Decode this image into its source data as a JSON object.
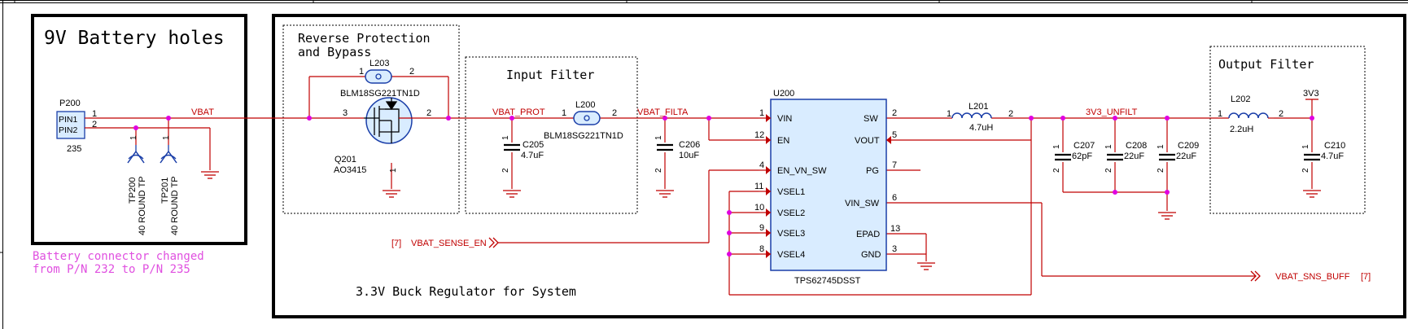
{
  "colors": {
    "wire": "#c00000",
    "text_red": "#c00000",
    "junction": "#e000e0",
    "note": "#e050e0",
    "ink": "#000000",
    "part_fill": "#d9ecff",
    "part_stroke": "#1a3ea8"
  },
  "blocks": {
    "battery_title": "9V Battery holes",
    "battery_note_line1": "Battery connector changed",
    "battery_note_line2": "from P/N 232 to P/N 235",
    "reverse_line1": "Reverse Protection",
    "reverse_line2": "and Bypass",
    "input_filter": "Input Filter",
    "output_filter": "Output Filter",
    "buck_title": "3.3V Buck Regulator for System"
  },
  "nets": {
    "vbat": "VBAT",
    "vbat_prot": "VBAT_PROT",
    "vbat_filta": "VBAT_FILTA",
    "v3v3_unfilt": "3V3_UNFILT",
    "v3v3": "3V3",
    "vbat_sense_en": "VBAT_SENSE_EN",
    "vbat_sense_en_ref": "[7]",
    "vbat_sns_buff": "VBAT_SNS_BUFF",
    "vbat_sns_buff_ref": "[7]"
  },
  "connector": {
    "ref": "P200",
    "pin1": "PIN1",
    "pin2": "PIN2",
    "pn": "235",
    "n1": "1",
    "n2": "2"
  },
  "testpoints": [
    {
      "ref": "TP200",
      "type": "40 ROUND TP",
      "pin": "1"
    },
    {
      "ref": "TP201",
      "type": "40 ROUND TP",
      "pin": "1"
    }
  ],
  "ferrites": [
    {
      "ref": "L203",
      "part": "BLM18SG221TN1D",
      "p1": "1",
      "p2": "2"
    },
    {
      "ref": "L200",
      "part": "BLM18SG221TN1D",
      "p1": "1",
      "p2": "2"
    }
  ],
  "mosfet": {
    "ref": "Q201",
    "part": "AO3415",
    "p1": "1",
    "p2": "2",
    "p3": "3"
  },
  "capacitors": [
    {
      "ref": "C205",
      "value": "4.7uF",
      "p1": "1",
      "p2": "2"
    },
    {
      "ref": "C206",
      "value": "10uF",
      "p1": "1",
      "p2": "2"
    },
    {
      "ref": "C207",
      "value": "62pF",
      "p1": "1",
      "p2": "2"
    },
    {
      "ref": "C208",
      "value": "22uF",
      "p1": "1",
      "p2": "2"
    },
    {
      "ref": "C209",
      "value": "22uF",
      "p1": "1",
      "p2": "2"
    },
    {
      "ref": "C210",
      "value": "4.7uF",
      "p1": "1",
      "p2": "2"
    }
  ],
  "inductors": [
    {
      "ref": "L201",
      "value": "4.7uH",
      "p1": "1",
      "p2": "2"
    },
    {
      "ref": "L202",
      "value": "2.2uH",
      "p1": "1",
      "p2": "2"
    }
  ],
  "ic": {
    "ref": "U200",
    "part": "TPS62745DSST",
    "left_pins": [
      {
        "name": "VIN",
        "num": "1"
      },
      {
        "name": "EN",
        "num": "12"
      },
      {
        "name": "EN_VN_SW",
        "num": "4"
      },
      {
        "name": "VSEL1",
        "num": "11"
      },
      {
        "name": "VSEL2",
        "num": "10"
      },
      {
        "name": "VSEL3",
        "num": "9"
      },
      {
        "name": "VSEL4",
        "num": "8"
      }
    ],
    "right_pins": [
      {
        "name": "SW",
        "num": "2"
      },
      {
        "name": "VOUT",
        "num": "5"
      },
      {
        "name": "PG",
        "num": "7"
      },
      {
        "name": "VIN_SW",
        "num": "6"
      },
      {
        "name": "EPAD",
        "num": "13"
      },
      {
        "name": "GND",
        "num": "3"
      }
    ]
  }
}
